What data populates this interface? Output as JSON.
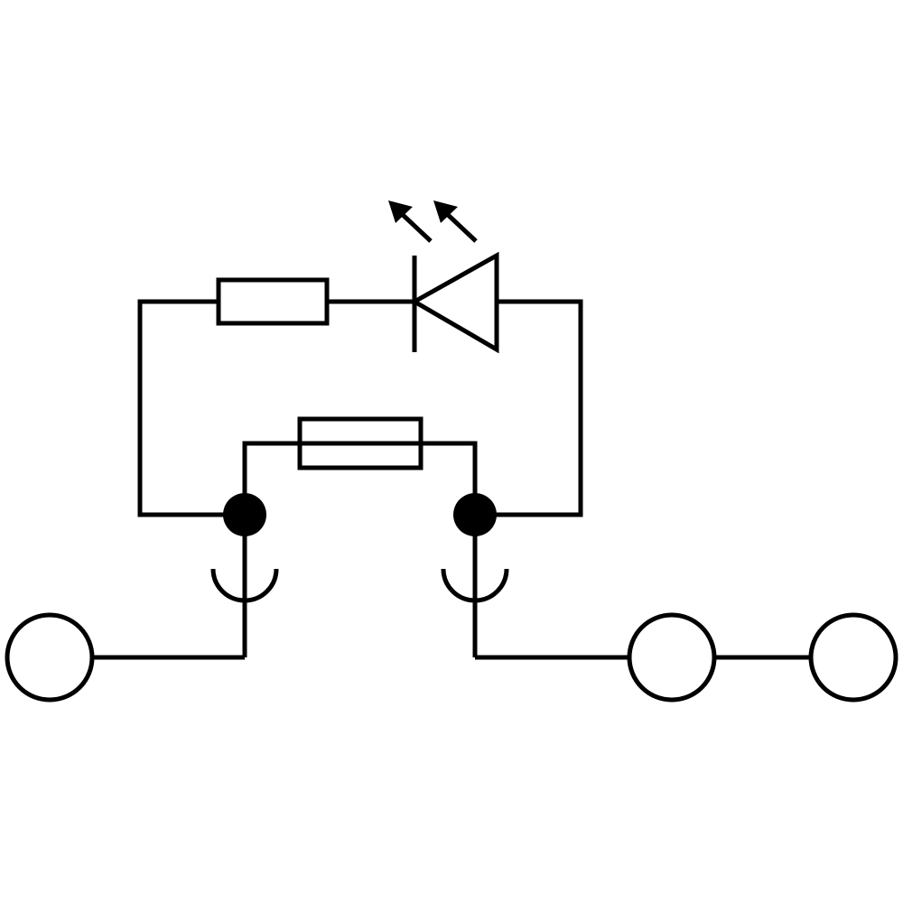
{
  "diagram": {
    "type": "electrical-schematic",
    "symbols": {
      "resistor": "resistor-icon",
      "led": "led-icon",
      "fuse": "fuse-icon",
      "junction": "junction-dot-icon",
      "plug_contact": "plug-contact-icon",
      "terminal": "terminal-circle-icon"
    },
    "counts": {
      "resistors": 1,
      "leds": 1,
      "fuses": 1,
      "junctions": 2,
      "plug_contacts": 2,
      "terminals": 3
    },
    "colors": {
      "line": "#000000",
      "fill": "#ffffff",
      "background": "#ffffff"
    }
  }
}
